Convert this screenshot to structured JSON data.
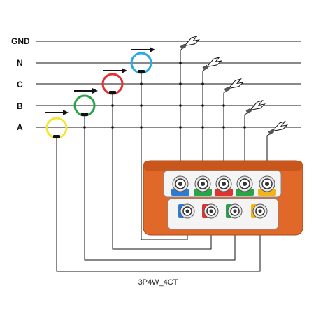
{
  "lines": [
    {
      "label": "GND"
    },
    {
      "label": "N"
    },
    {
      "label": "C"
    },
    {
      "label": "B"
    },
    {
      "label": "A"
    }
  ],
  "ct_clamps": [
    {
      "phase": "C",
      "color": "#e23131"
    },
    {
      "phase": "B",
      "color": "#27a448"
    },
    {
      "phase": "A",
      "color": "#f3e63a"
    },
    {
      "phase": "N",
      "color": "#2aa9e2"
    }
  ],
  "device": {
    "body_color": "#e0692a",
    "voltage_terminal_tabs": [
      "#2e7bd3",
      "#27a448",
      "#e23131",
      "#27a448",
      "#f1b51b"
    ],
    "current_terminal_tabs": [
      "#2e7bd3",
      "#e23131",
      "#27a448",
      "#f1b51b"
    ]
  },
  "caption": "3P4W_4CT"
}
